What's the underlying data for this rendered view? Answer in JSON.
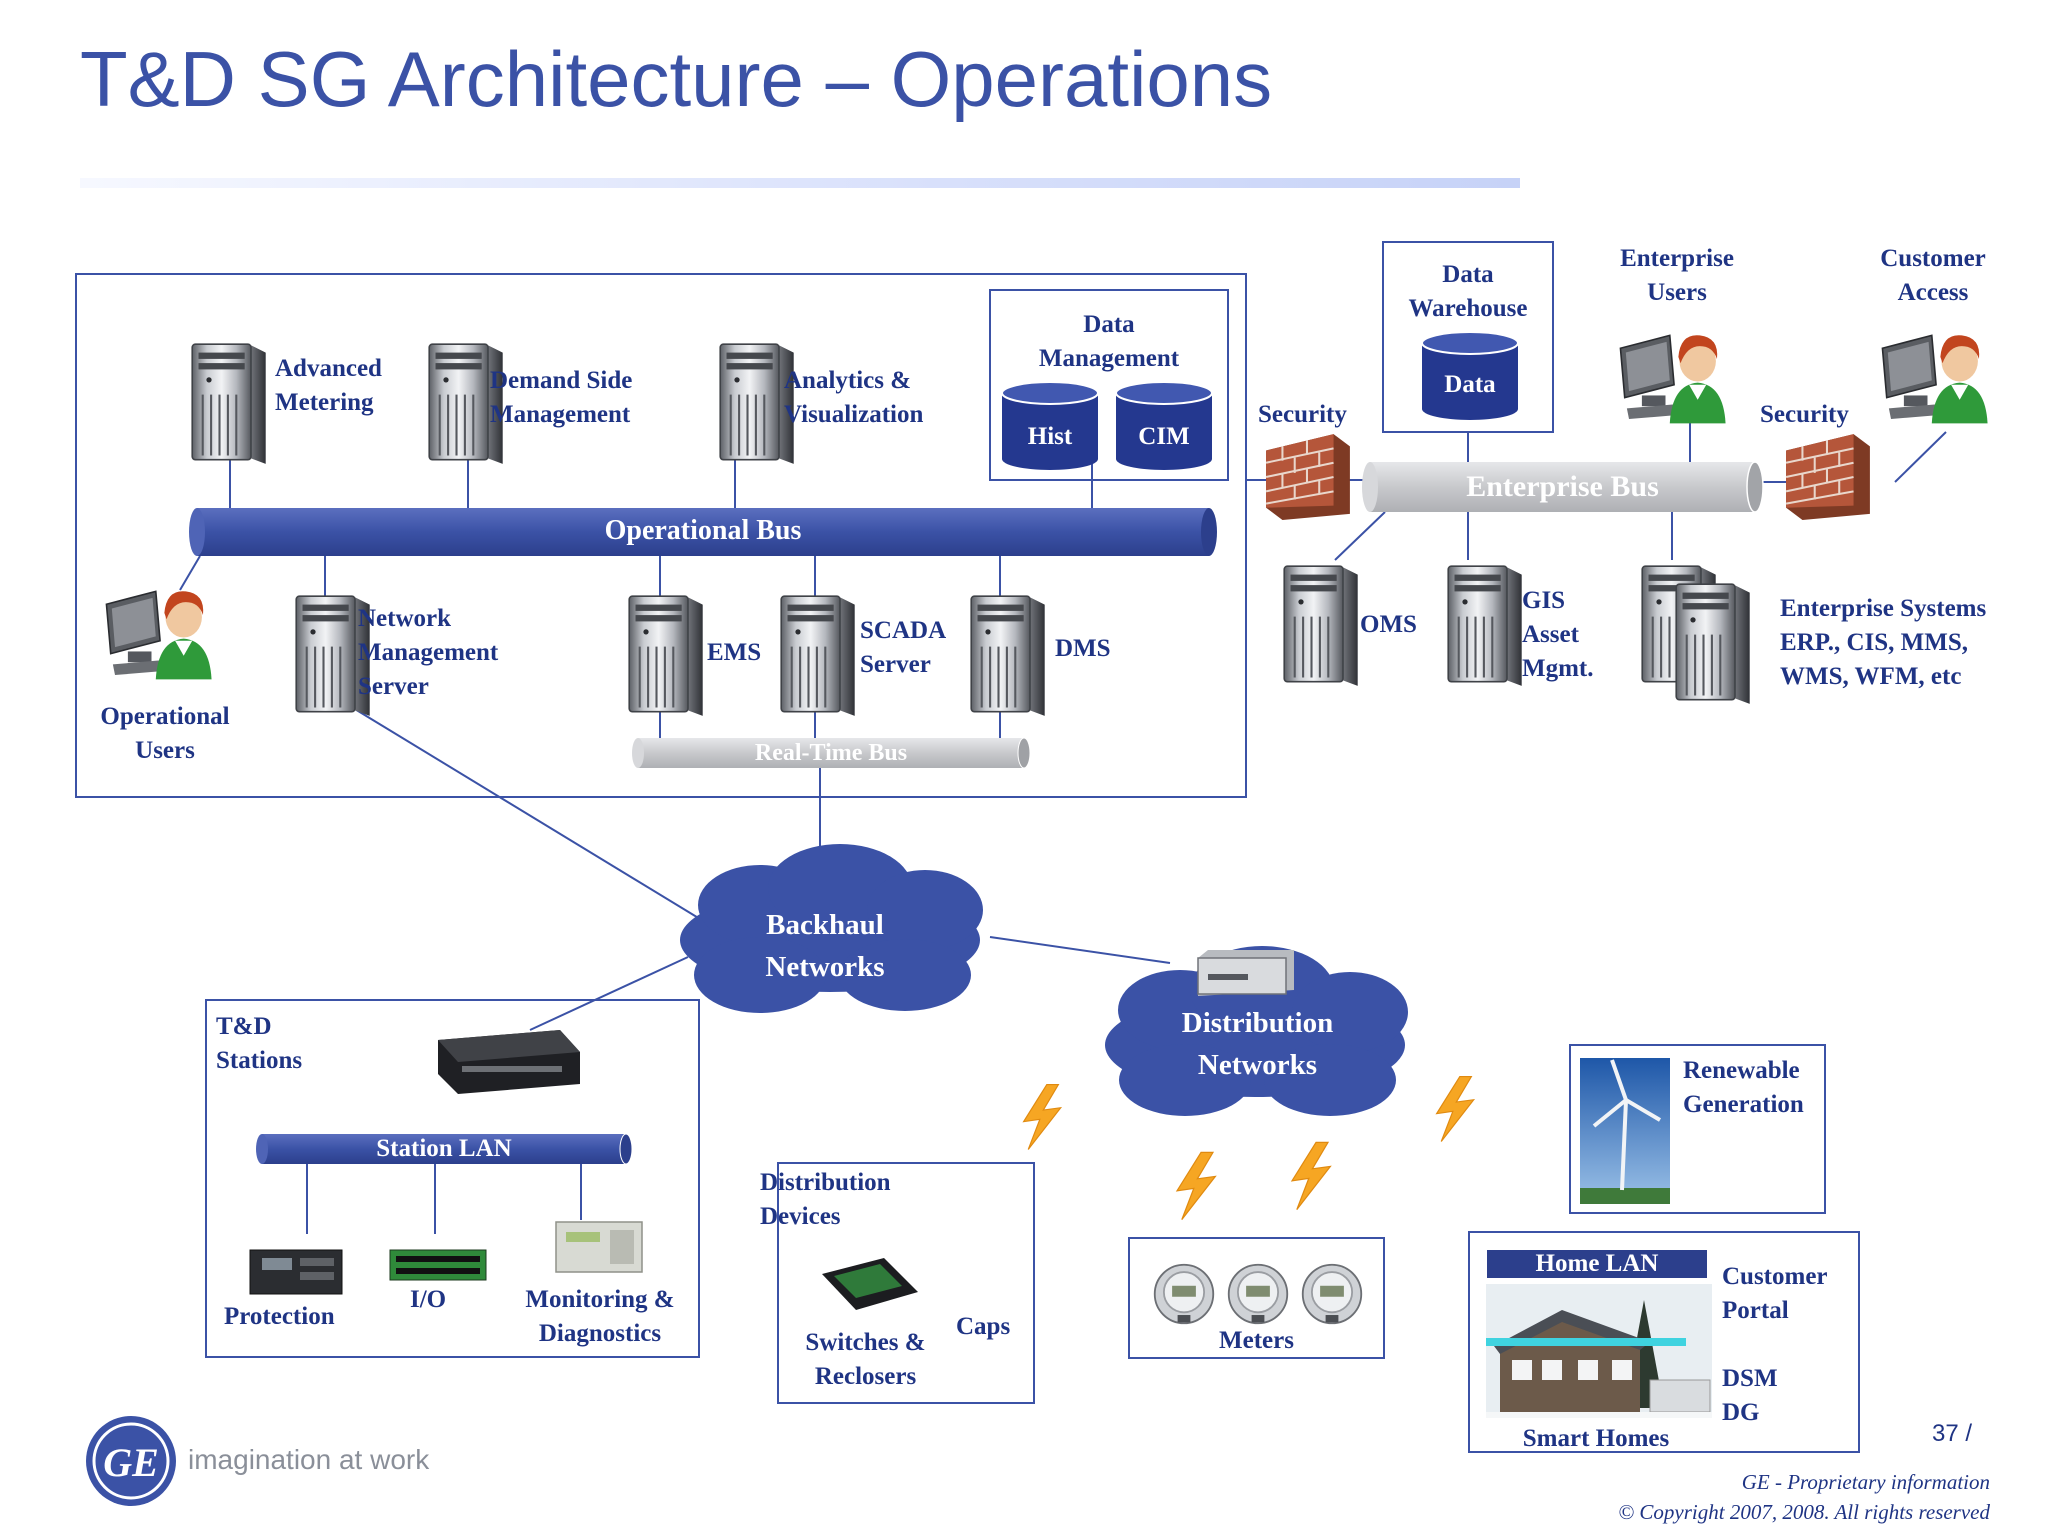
{
  "title": "T&D SG Architecture – Operations",
  "colors": {
    "accent": "#3b52a6",
    "bus_blue": "#3b52a6",
    "label_navy": "#1f3484",
    "bus_gray": "#c8c9cc"
  },
  "operations_box": {
    "servers": {
      "advanced_metering": "Advanced\nMetering",
      "demand_side": "Demand Side\nManagement",
      "analytics": "Analytics &\nVisualization",
      "network_mgmt": "Network\nManagement\nServer",
      "ems": "EMS",
      "scada": "SCADA\nServer",
      "dms": "DMS"
    },
    "data_management": {
      "label": "Data\nManagement",
      "db1": "Hist",
      "db2": "CIM"
    },
    "operational_bus": "Operational Bus",
    "realtime_bus": "Real-Time  Bus",
    "operational_users": "Operational\nUsers"
  },
  "enterprise": {
    "data_warehouse": {
      "label": "Data\nWarehouse",
      "db": "Data"
    },
    "enterprise_users": "Enterprise\nUsers",
    "customer_access": "Customer\nAccess",
    "security_left": "Security",
    "security_right": "Security",
    "enterprise_bus": "Enterprise  Bus",
    "oms": "OMS",
    "gis": "GIS\nAsset\nMgmt.",
    "systems": "Enterprise Systems\nERP., CIS, MMS,\nWMS, WFM, etc"
  },
  "networks": {
    "backhaul": "Backhaul\nNetworks",
    "distribution": "Distribution\nNetworks"
  },
  "stations": {
    "title": "T&D\nStations",
    "lan": "Station LAN",
    "protection": "Protection",
    "io": "I/O",
    "monitoring": "Monitoring &\nDiagnostics"
  },
  "dist_devices": {
    "title": "Distribution\nDevices",
    "caps": "Caps",
    "switches": "Switches &\nReclosers"
  },
  "meters": "Meters",
  "renewable": "Renewable\nGeneration",
  "home": {
    "lan": "Home LAN",
    "portal": "Customer\nPortal",
    "dsm": "DSM\nDG",
    "smart_homes": "Smart Homes"
  },
  "footer": {
    "tagline": "imagination at work",
    "page": "37 /",
    "proprietary": "GE - Proprietary information",
    "copyright": "© Copyright 2007, 2008. All rights reserved"
  },
  "icons": {
    "logo": "ge-logo",
    "server": "server-tower-icon",
    "user": "user-at-computer-icon",
    "database": "database-icon",
    "firewall": "brick-firewall-icon",
    "cloud": "cloud-icon",
    "lightning": "lightning-bolt-icon",
    "meter": "electric-meter-icon",
    "turbine": "wind-turbine-icon",
    "house": "house-icon",
    "rack": "rack-device-icon"
  }
}
